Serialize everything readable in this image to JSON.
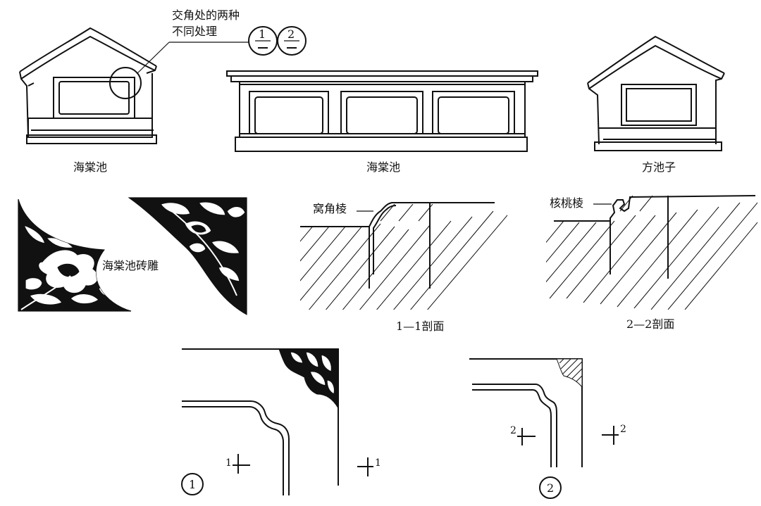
{
  "labels": {
    "callout_line1": "交角处的两种",
    "callout_line2": "不同处理",
    "bubble1_num": "1",
    "bubble2_num": "2",
    "wall1_caption": "海棠池",
    "wall2_caption": "海棠池",
    "wall3_caption": "方池子",
    "carving_caption": "海棠池砖雕",
    "section1_label": "窝角棱",
    "section2_label": "核桃棱",
    "section1_caption": "1—1剖面",
    "section2_caption": "2—2剖面",
    "detail1_circle": "1",
    "detail2_circle": "2",
    "cut1_left": "1",
    "cut1_right": "1",
    "cut2_left": "2",
    "cut2_right": "2"
  }
}
